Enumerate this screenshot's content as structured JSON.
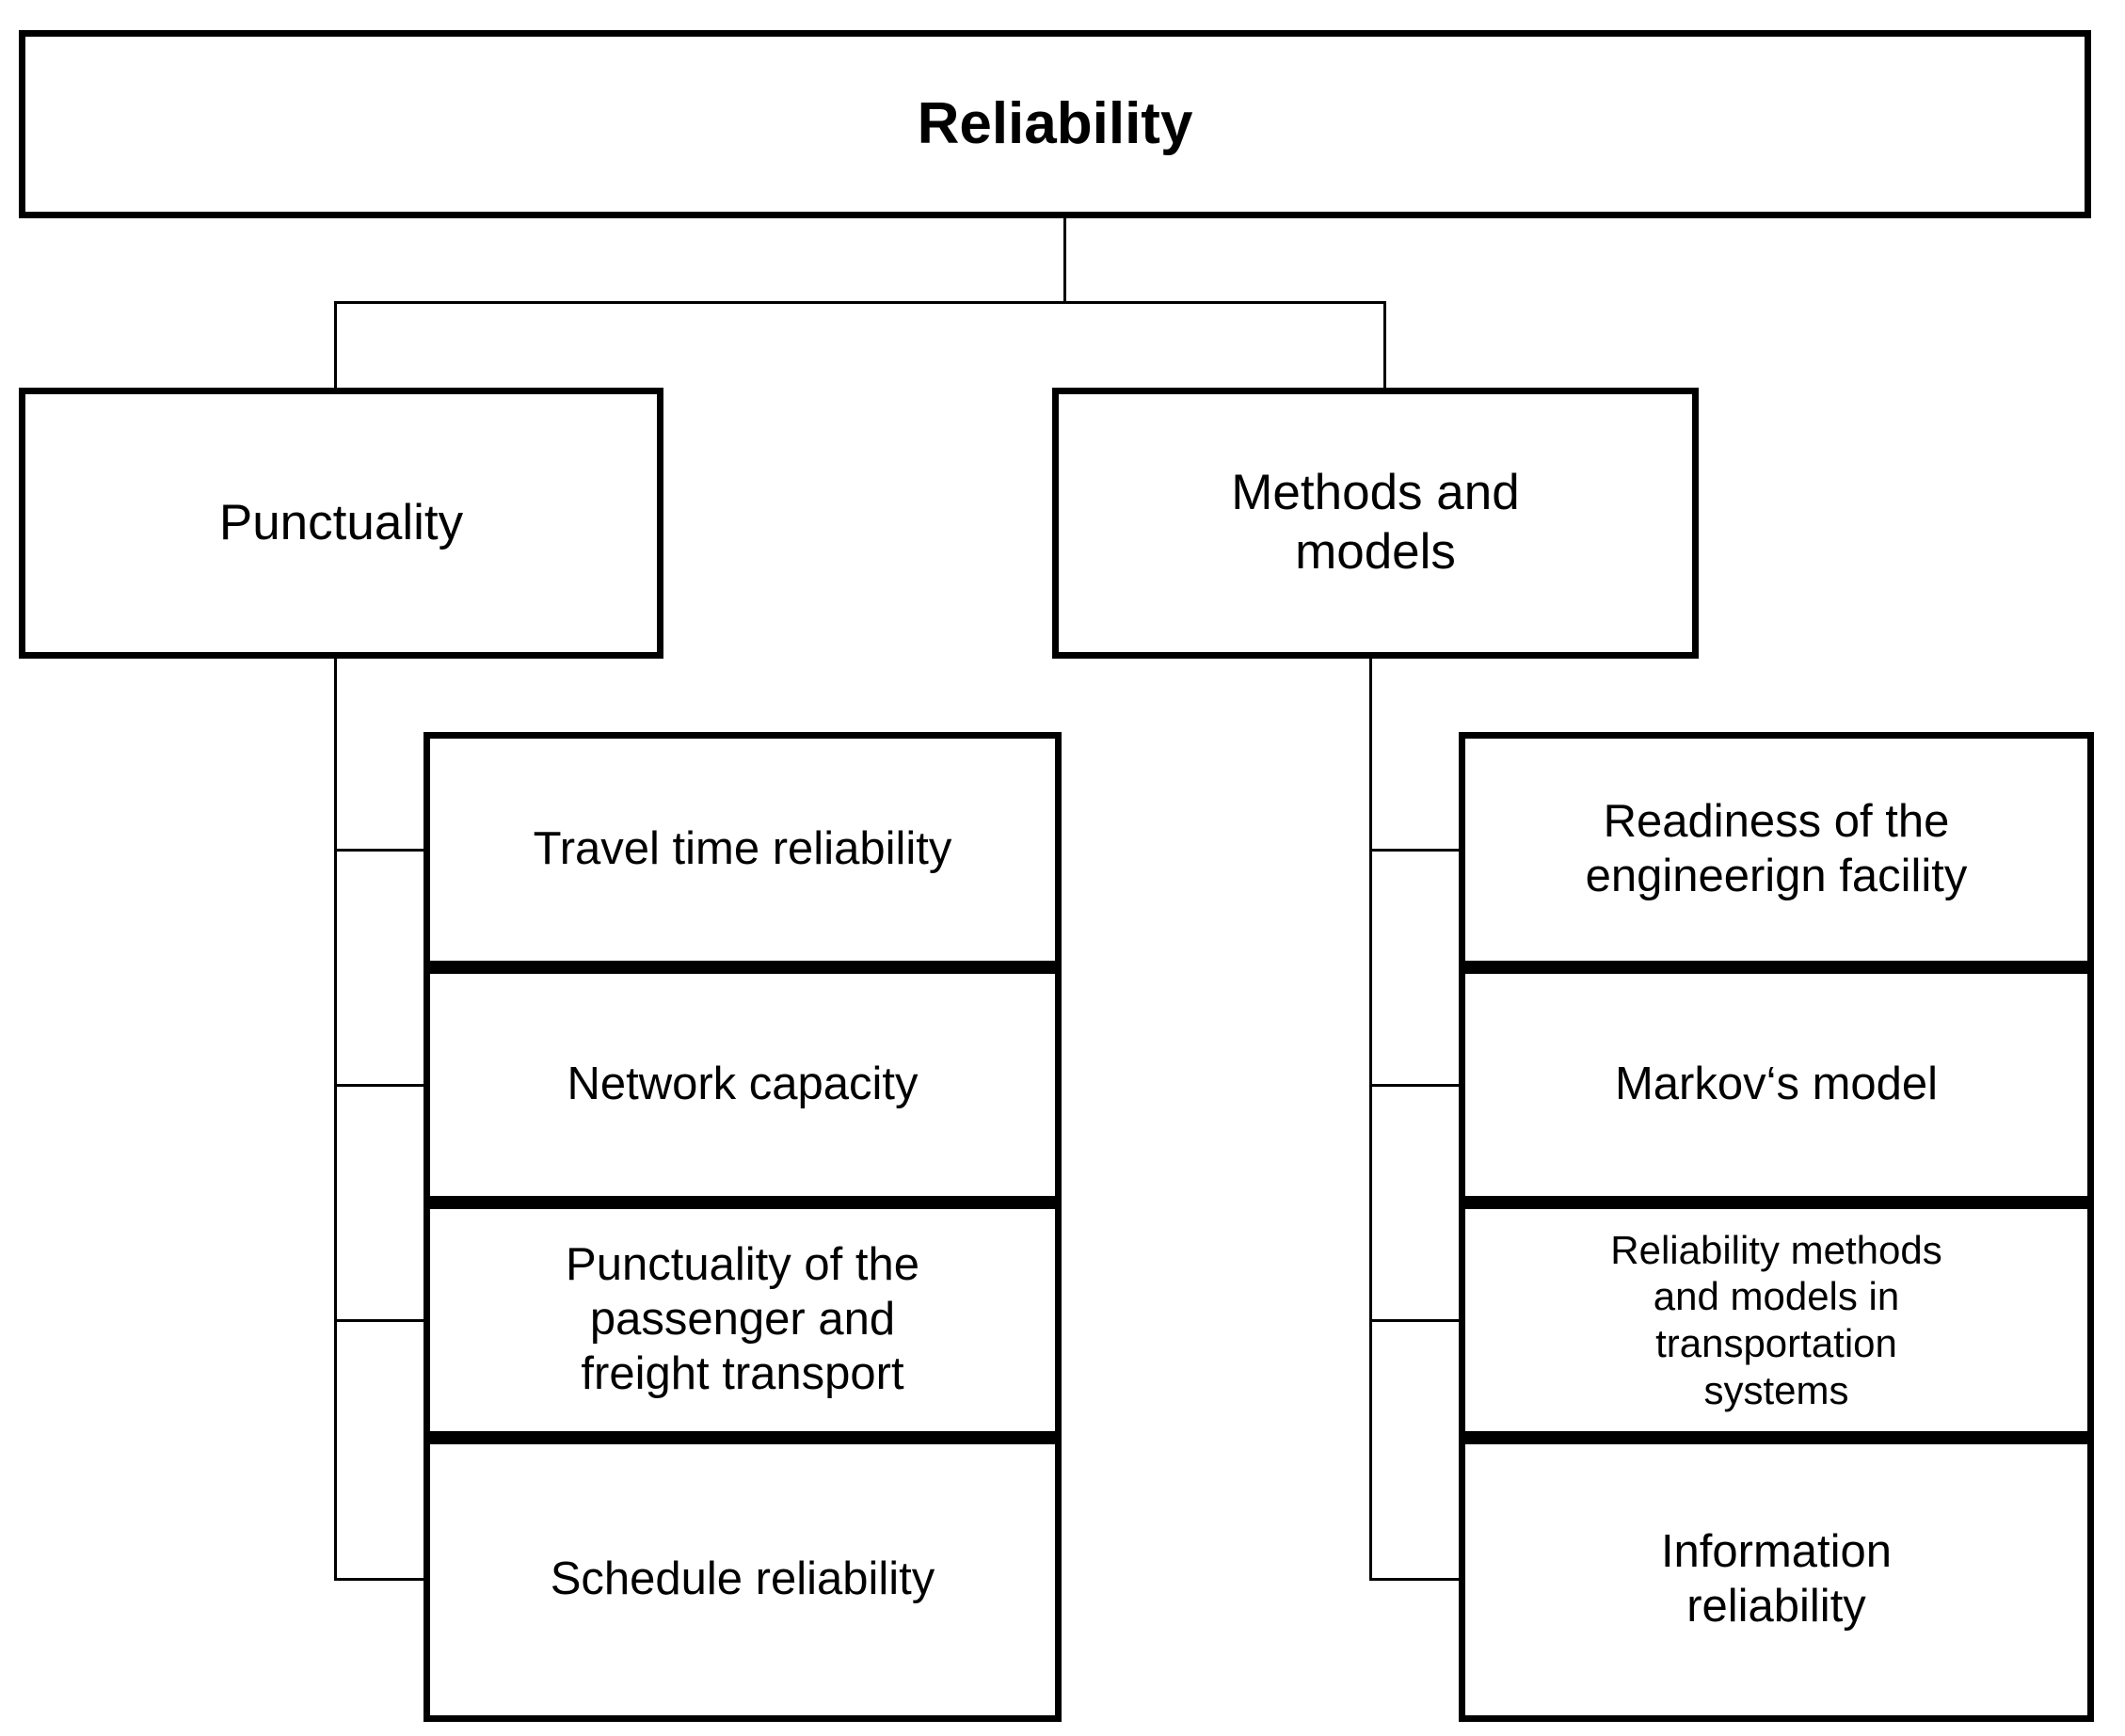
{
  "diagram": {
    "title": "Reliability",
    "root": {
      "label": "Reliability"
    },
    "branches": [
      {
        "id": "punctuality",
        "label": "Punctuality",
        "children": [
          {
            "label": "Travel time reliability"
          },
          {
            "label": "Network capacity"
          },
          {
            "label": "Punctuality of the\npassenger and\nfreight transport"
          },
          {
            "label": "Schedule reliability"
          }
        ]
      },
      {
        "id": "methods-and-models",
        "label": "Methods and\nmodels",
        "children": [
          {
            "label": "Readiness of the\nengineerign facility"
          },
          {
            "label": "Markov‘s model"
          },
          {
            "label": "Reliability methods\nand models in\ntransportation\nsystems"
          },
          {
            "label": "Information\nreliability"
          }
        ]
      }
    ],
    "colors": {
      "background": "#ffffff",
      "box_border": "#000000",
      "connector": "#000000",
      "text": "#000000"
    }
  }
}
